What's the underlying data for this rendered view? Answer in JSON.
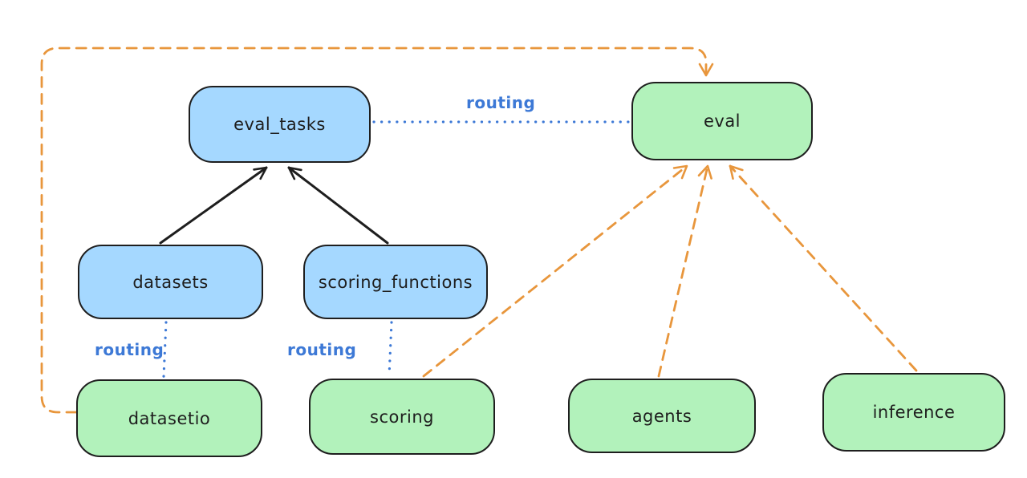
{
  "diagram": {
    "nodes": [
      {
        "id": "eval_tasks",
        "label": "eval_tasks",
        "fill": "#a5d8ff"
      },
      {
        "id": "eval",
        "label": "eval",
        "fill": "#b2f2bb"
      },
      {
        "id": "datasets",
        "label": "datasets",
        "fill": "#a5d8ff"
      },
      {
        "id": "scoring_functions",
        "label": "scoring_functions",
        "fill": "#a5d8ff"
      },
      {
        "id": "datasetio",
        "label": "datasetio",
        "fill": "#b2f2bb"
      },
      {
        "id": "scoring",
        "label": "scoring",
        "fill": "#b2f2bb"
      },
      {
        "id": "agents",
        "label": "agents",
        "fill": "#b2f2bb"
      },
      {
        "id": "inference",
        "label": "inference",
        "fill": "#b2f2bb"
      }
    ],
    "edge_labels": [
      {
        "id": "routing-top",
        "text": "routing"
      },
      {
        "id": "routing-datasetio",
        "text": "routing"
      },
      {
        "id": "routing-scoring",
        "text": "routing"
      }
    ],
    "edges": [
      {
        "from": "datasets",
        "to": "eval_tasks",
        "style": "solid-arrow",
        "color": "#1e1e1e"
      },
      {
        "from": "scoring_functions",
        "to": "eval_tasks",
        "style": "solid-arrow",
        "color": "#1e1e1e"
      },
      {
        "from": "eval_tasks",
        "to": "eval",
        "style": "dotted",
        "color": "#3d79d6",
        "label": "routing"
      },
      {
        "from": "datasets",
        "to": "datasetio",
        "style": "dotted",
        "color": "#3d79d6",
        "label": "routing"
      },
      {
        "from": "scoring_functions",
        "to": "scoring",
        "style": "dotted",
        "color": "#3d79d6",
        "label": "routing"
      },
      {
        "from": "datasetio",
        "to": "eval",
        "style": "dashed-arrow",
        "color": "#e8963c"
      },
      {
        "from": "scoring",
        "to": "eval",
        "style": "dashed-arrow",
        "color": "#e8963c"
      },
      {
        "from": "agents",
        "to": "eval",
        "style": "dashed-arrow",
        "color": "#e8963c"
      },
      {
        "from": "inference",
        "to": "eval",
        "style": "dashed-arrow",
        "color": "#e8963c"
      }
    ],
    "colors": {
      "background": "#ffffff",
      "node_border": "#1e1e1e",
      "blue_fill": "#a5d8ff",
      "green_fill": "#b2f2bb",
      "routing_blue": "#3d79d6",
      "orange": "#e8963c",
      "text": "#1e1e1e"
    }
  }
}
